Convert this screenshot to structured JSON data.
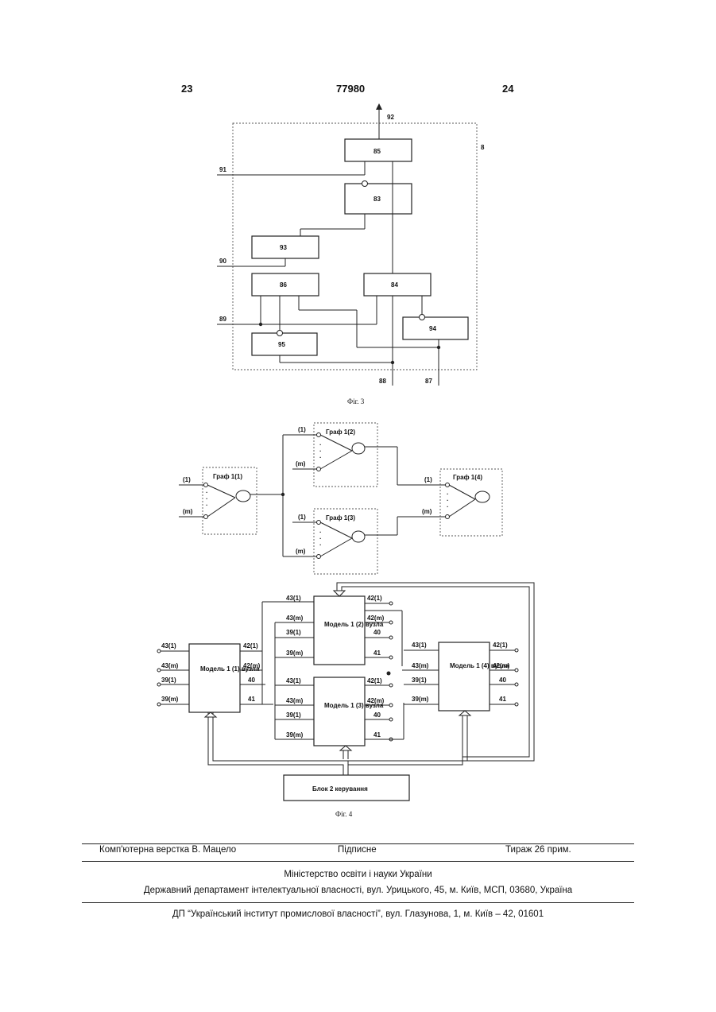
{
  "header": {
    "page_left": "23",
    "patent_number": "77980",
    "page_right": "24"
  },
  "fig3": {
    "caption": "Фіг. 3",
    "blocks": [
      "85",
      "83",
      "93",
      "86",
      "84",
      "94",
      "95"
    ],
    "outer_label": "8",
    "lines": [
      "92",
      "91",
      "90",
      "89",
      "88",
      "87"
    ]
  },
  "fig_graph": {
    "nodes": [
      "Граф 1(1)",
      "Граф 1(2)",
      "Граф 1(3)",
      "Граф 1(4)"
    ],
    "in_first": "(1)",
    "in_last": "(m)"
  },
  "fig4": {
    "caption": "Фіг. 4",
    "models": [
      "Модель 1 (1) вузла",
      "Модель 1 (2) вузла",
      "Модель 1 (3) вузла",
      "Модель 1 (4) вузла"
    ],
    "inputs": [
      "43(1)",
      "43(m)",
      "39(1)",
      "39(m)"
    ],
    "outputs": [
      "42(1)",
      "42(m)",
      "40",
      "41"
    ],
    "control_block": "Блок 2 керування"
  },
  "footer": {
    "layout_credit": "Комп'ютерна верстка В. Мацело",
    "signed": "Підписне",
    "circulation": "Тираж 26 прим.",
    "ministry": "Міністерство освіти і науки України",
    "department": "Державний департамент інтелектуальної власності, вул. Урицького, 45, м. Київ, МСП, 03680, Україна",
    "institute": "ДП “Український інститут промислової власності”, вул. Глазунова, 1, м. Київ – 42, 01601"
  }
}
